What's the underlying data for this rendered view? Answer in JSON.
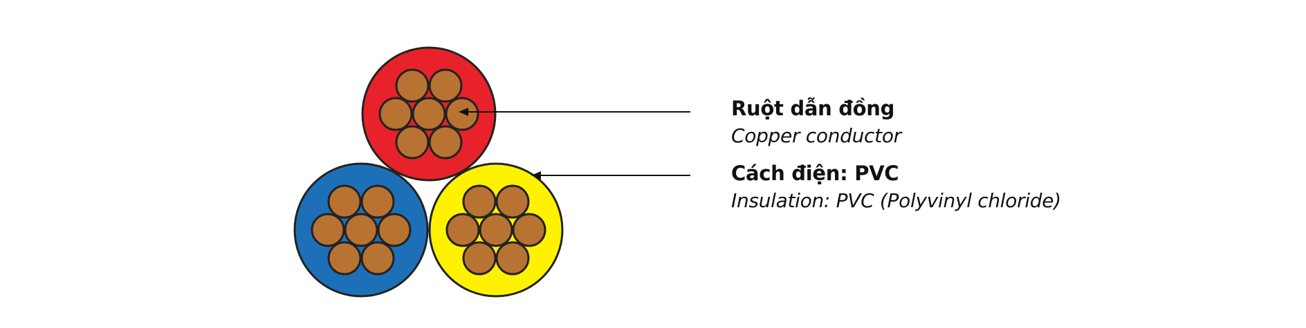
{
  "labels": {
    "conductor_title": "Ruột dẫn đồng",
    "conductor_sub": "Copper conductor",
    "insulation_title": "Cách điện: PVC",
    "insulation_sub": "Insulation: PVC (Polyvinyl chloride)"
  },
  "colors": {
    "red_insulation": "#E8222A",
    "blue_insulation": "#1D70B8",
    "yellow_insulation": "#FFF200",
    "copper_strand": "#B87333",
    "outline": "#222222",
    "line": "#111111"
  }
}
